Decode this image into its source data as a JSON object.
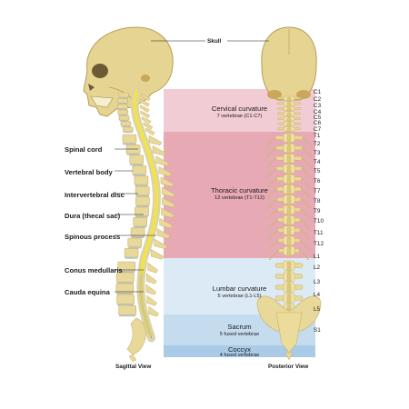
{
  "labels": {
    "skull": "Skull",
    "left": [
      "Spinal cord",
      "Vertebral body",
      "Intervertebral disc",
      "Dura (thecal sac)",
      "Spinous process",
      "Conus medullaris",
      "Cauda equina"
    ]
  },
  "regions": [
    {
      "title": "Cervical curvature",
      "subtitle": "7 vertebrae (C1-C7)",
      "color": "#f1ccd4"
    },
    {
      "title": "Thoracic curvature",
      "subtitle": "12 vertebrae (T1-T12)",
      "color": "#e7a9b4"
    },
    {
      "title": "Lumbar curvature",
      "subtitle": "5 vertebrae (L1-L5)",
      "color": "#dceaf6"
    },
    {
      "title": "Sacrum",
      "subtitle": "5 fused vertebrae",
      "color": "#c5dcef"
    },
    {
      "title": "Coccyx",
      "subtitle": "4 fused vertebrae",
      "color": "#a9cbe8"
    }
  ],
  "vertebrae_labels": [
    "C1",
    "C2",
    "C3",
    "C4",
    "C5",
    "C6",
    "C7",
    "T1",
    "T2",
    "T3",
    "T4",
    "T5",
    "T6",
    "T7",
    "T8",
    "T9",
    "T10",
    "T11",
    "T12",
    "L1",
    "L2",
    "L3",
    "L4",
    "L5",
    "S1"
  ],
  "views": {
    "sagittal": "Sagittal View",
    "posterior": "Posterior View"
  },
  "colors": {
    "bone": "#e8d89a",
    "bone_dark": "#c9b266",
    "disc": "#b9c3cf",
    "cord": "#f2e34a",
    "dura": "#d9d3b0",
    "canal": "#9a8f7a",
    "ink": "#1a1a1a"
  }
}
